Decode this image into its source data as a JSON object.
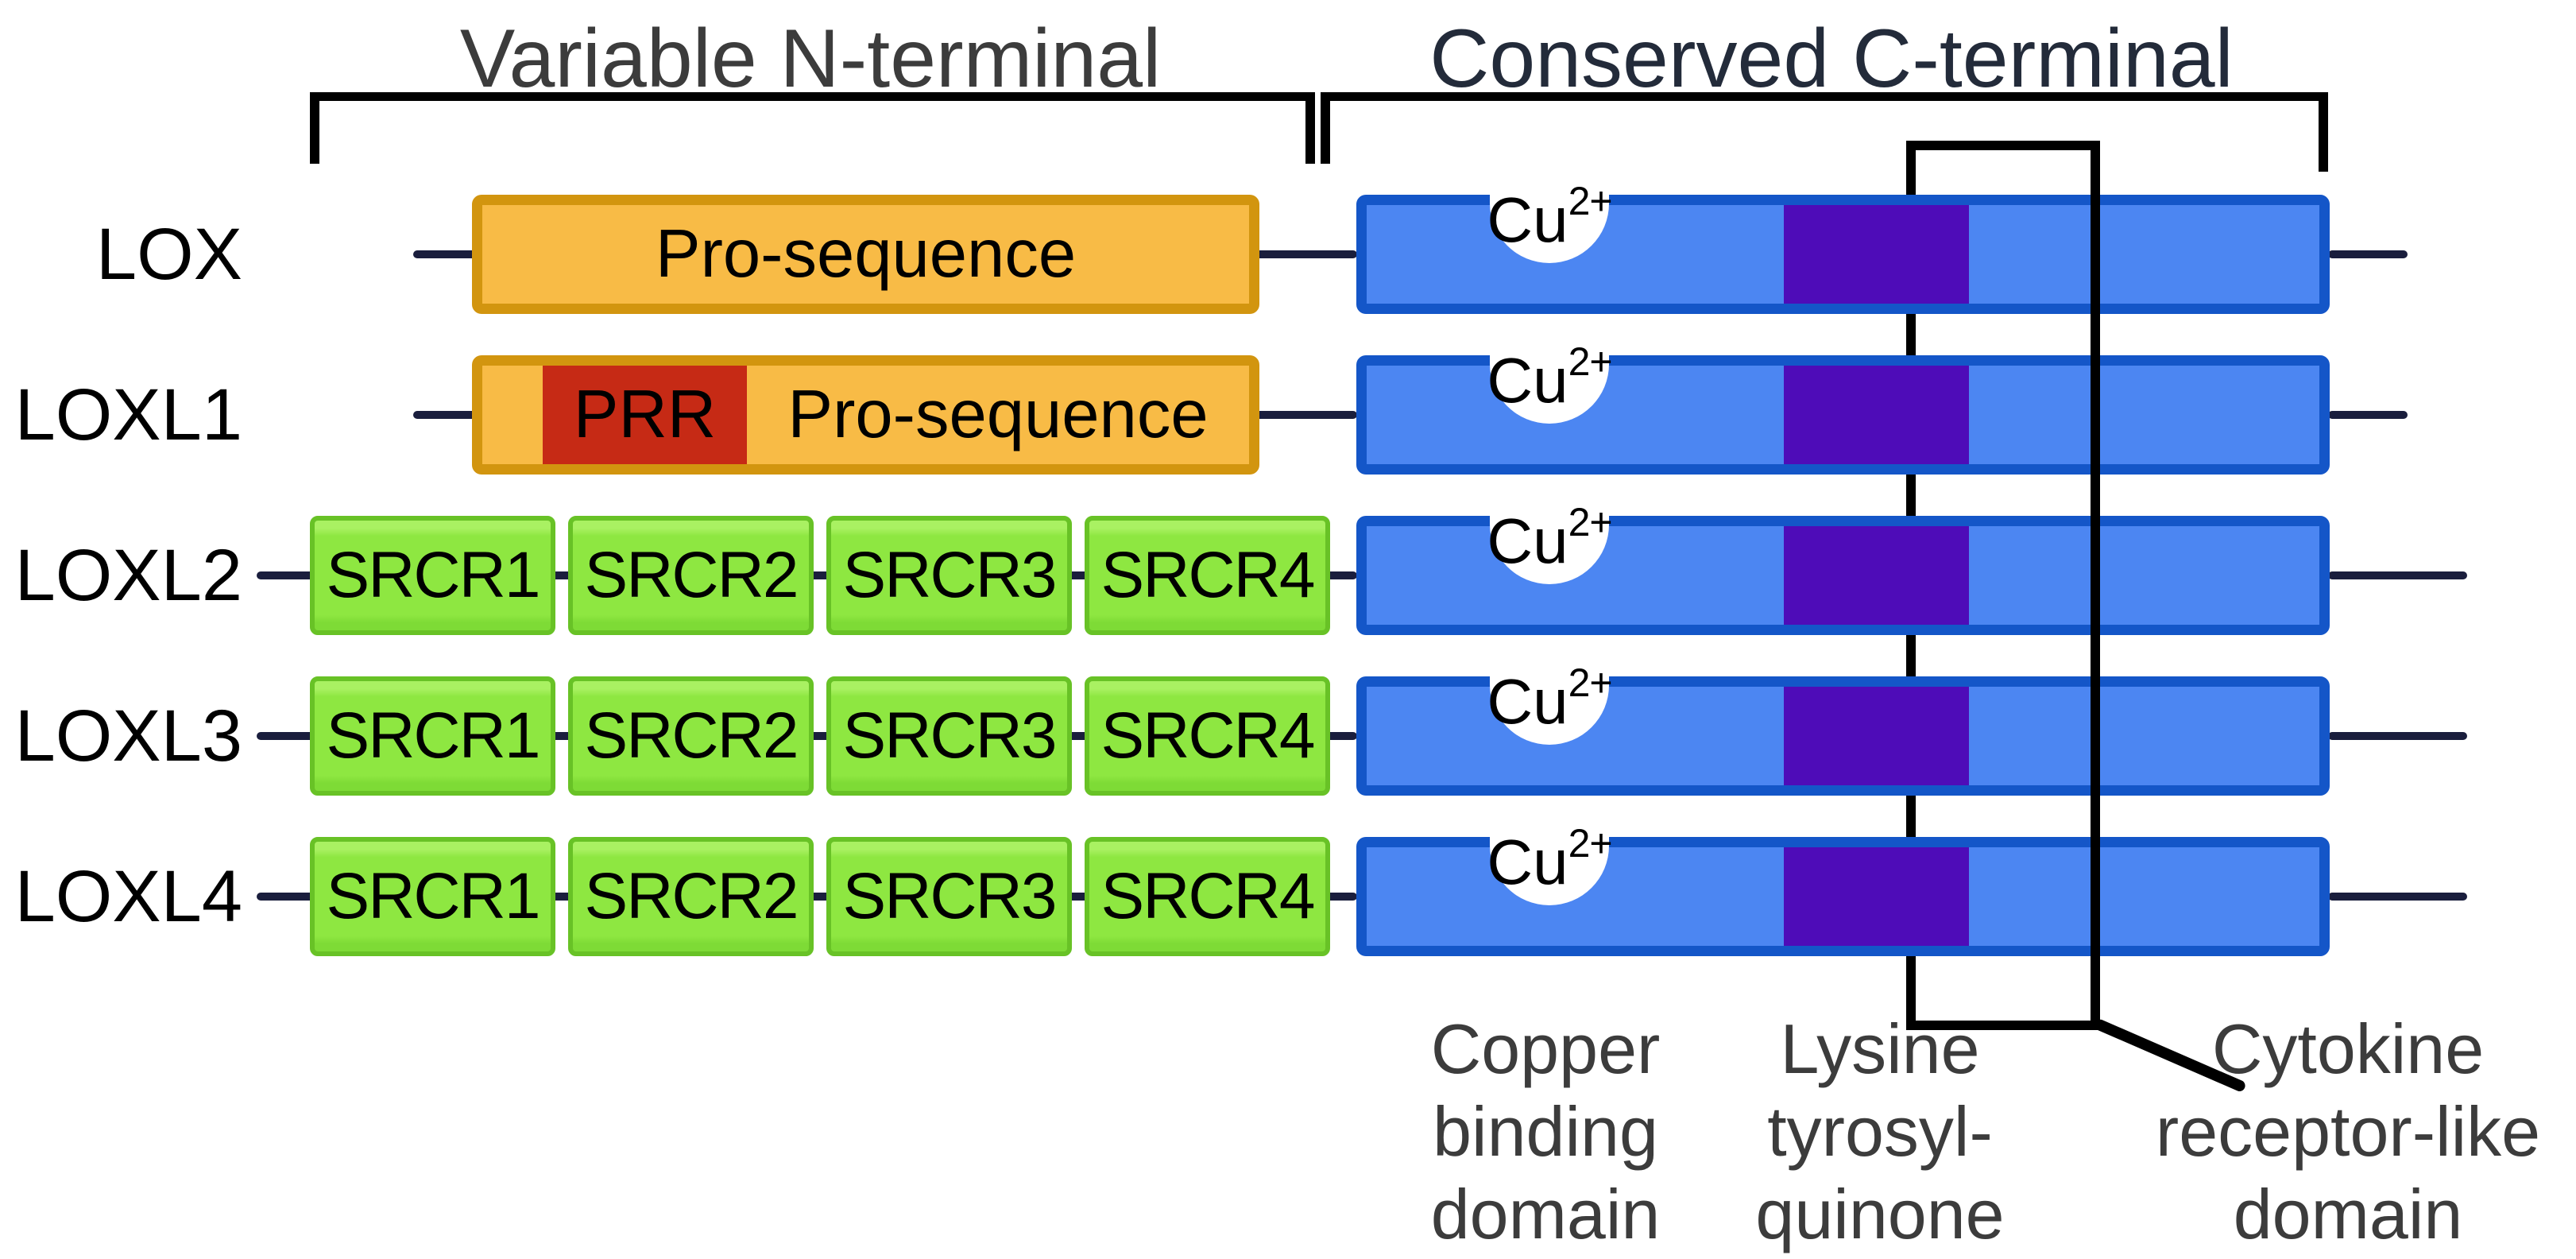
{
  "titles": {
    "variable": "Variable N-terminal",
    "conserved": "Conserved C-terminal"
  },
  "rows": [
    {
      "label": "LOX",
      "n_terminal": "Pro-sequence"
    },
    {
      "label": "LOXL1",
      "n_terminal": "PRR + Pro-sequence"
    },
    {
      "label": "LOXL2",
      "n_terminal": "SRCR1-4"
    },
    {
      "label": "LOXL3",
      "n_terminal": "SRCR1-4"
    },
    {
      "label": "LOXL4",
      "n_terminal": "SRCR1-4"
    }
  ],
  "domains": {
    "pro_sequence": "Pro-sequence",
    "prr": "PRR",
    "srcr": [
      "SRCR1",
      "SRCR2",
      "SRCR3",
      "SRCR4"
    ],
    "cu": {
      "base": "Cu",
      "sup": "2+"
    }
  },
  "captions": {
    "copper": [
      "Copper",
      "binding",
      "domain"
    ],
    "ltq": [
      "Lysine",
      "tyrosyl-",
      "quinone"
    ],
    "cytokine": [
      "Cytokine",
      "receptor-like",
      "domain"
    ]
  },
  "colors": {
    "backbone": "#1A1E3D",
    "orange_fill": "#F8BB46",
    "orange_border": "#D2950F",
    "prr_red": "#C62A15",
    "green_fill": "#8EE741",
    "green_border": "#68C226",
    "blue_fill": "#4C86F2",
    "blue_border": "#1456C8",
    "ltq_purple": "#4E0CB8",
    "outline_black": "#000000",
    "caption_gray": "#3C3C3C"
  }
}
